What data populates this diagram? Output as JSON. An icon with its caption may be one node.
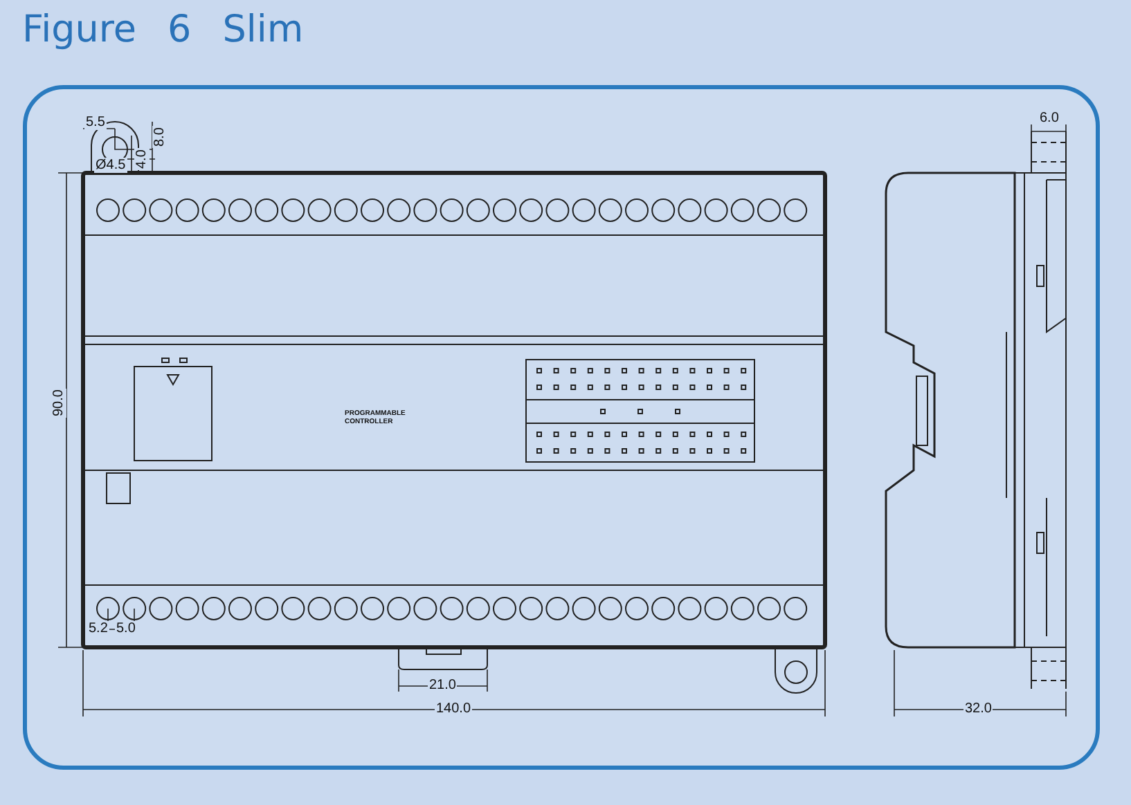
{
  "diagram": {
    "title": "Figure 6 Slim",
    "labels": [
      "5.5",
      "Ø4.5",
      "4.0",
      "8.0",
      "6.0",
      "90.0",
      "PROGRAMMABLE CONTROLLER",
      "5.2",
      "5.0",
      "21.0",
      "140.0",
      "32.0"
    ]
  }
}
